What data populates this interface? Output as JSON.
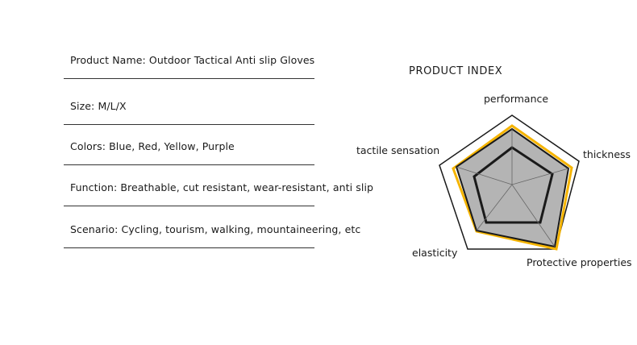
{
  "specs": [
    {
      "text": "Product Name: Outdoor Tactical Anti slip Gloves"
    },
    {
      "text": "Size: M/L/X"
    },
    {
      "text": "Colors: Blue, Red, Yellow, Purple"
    },
    {
      "text": "Function: Breathable, cut resistant, wear-resistant, anti slip"
    },
    {
      "text": "Scenario: Cycling, tourism, walking, mountaineering, etc"
    }
  ],
  "index": {
    "title": "PRODUCT INDEX",
    "axes": [
      "performance",
      "thickness",
      "Protective properties",
      "elasticity",
      "tactile sensation"
    ],
    "colors": {
      "fill": "#b4b4b4",
      "series": "#f5b400",
      "frame": "#1a1a1a"
    }
  }
}
